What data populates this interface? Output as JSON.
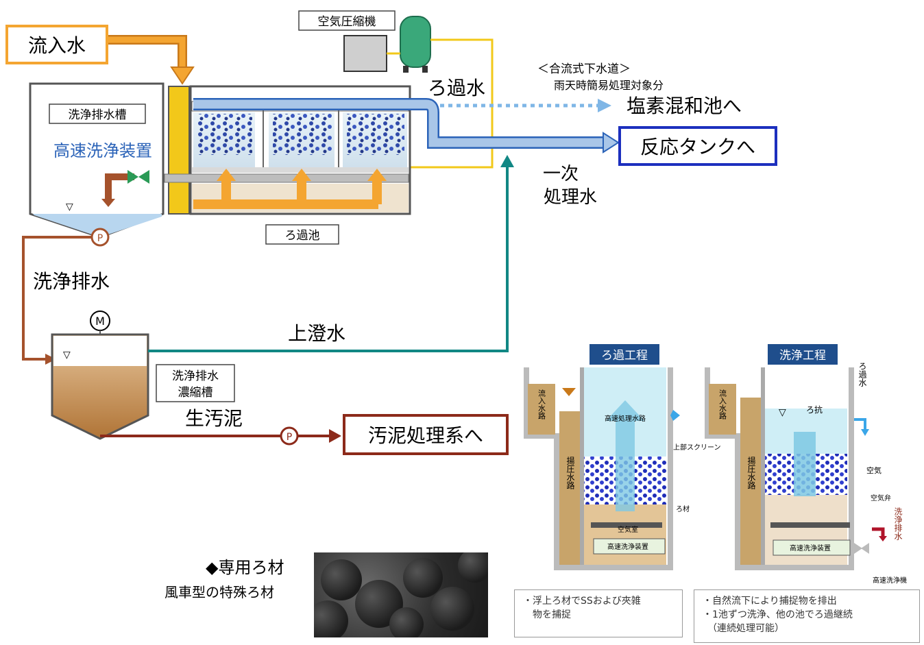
{
  "labels": {
    "inflow": "流入水",
    "air_compressor": "空気圧縮機",
    "combined_sewer": "＜合流式下水道＞",
    "rain_target": "雨天時簡易処理対象分",
    "filtered_water": "ろ過水",
    "to_chlorine": "塩素混和池へ",
    "to_reaction": "反応タンクへ",
    "primary_1": "一次",
    "primary_2": "処理水",
    "wash_tank": "洗浄排水槽",
    "hs_wash_device": "高速洗浄装置",
    "filter_basin": "ろ過池",
    "wash_drain": "洗浄排水",
    "motor": "M",
    "pump": "P",
    "supernatant": "上澄水",
    "thick_1": "洗浄排水",
    "thick_2": "濃縮槽",
    "raw_sludge": "生汚泥",
    "to_sludge": "汚泥処理系へ"
  },
  "detail": {
    "filter_step": "ろ過工程",
    "wash_step": "洗浄工程",
    "inflow_channel": "流入水路",
    "pressure_channel": "揚圧水路",
    "hs_channel": "高速処理水路",
    "upper_screen": "上部スクリーン",
    "media": "ろ材",
    "air_chamber": "空気室",
    "hs_wash_room": "高速洗浄装置",
    "drain_wash_room": "高速洗浄装置",
    "filtered_v": "ろ過水",
    "loss": "ろ抗",
    "air": "空気",
    "air_valve": "空気弁",
    "wash_drain_v": "洗浄排水",
    "hs_wash_pump": "高速洗浄機",
    "note_left": [
      "・浮上ろ材でSSおよび夾雑",
      "　物を捕捉"
    ],
    "note_right": [
      "・自然流下により捕捉物を排出",
      "・1池ずつ洗浄、他の池でろ過継続",
      "　（連続処理可能）"
    ]
  },
  "media_caption": {
    "title": "◆専用ろ材",
    "sub": "風車型の特殊ろ材"
  },
  "colors": {
    "orange": "#f4a531",
    "orange_dark": "#c9791a",
    "blue_flow": "#a9c6e8",
    "blue_dark": "#2b63b8",
    "navy": "#1c2fbe",
    "teal": "#118784",
    "brown": "#8c2a1a",
    "yellow": "#f2c81a",
    "water": "#d4e8f5",
    "sludge": "#c58a45",
    "green": "#3aa87a"
  }
}
